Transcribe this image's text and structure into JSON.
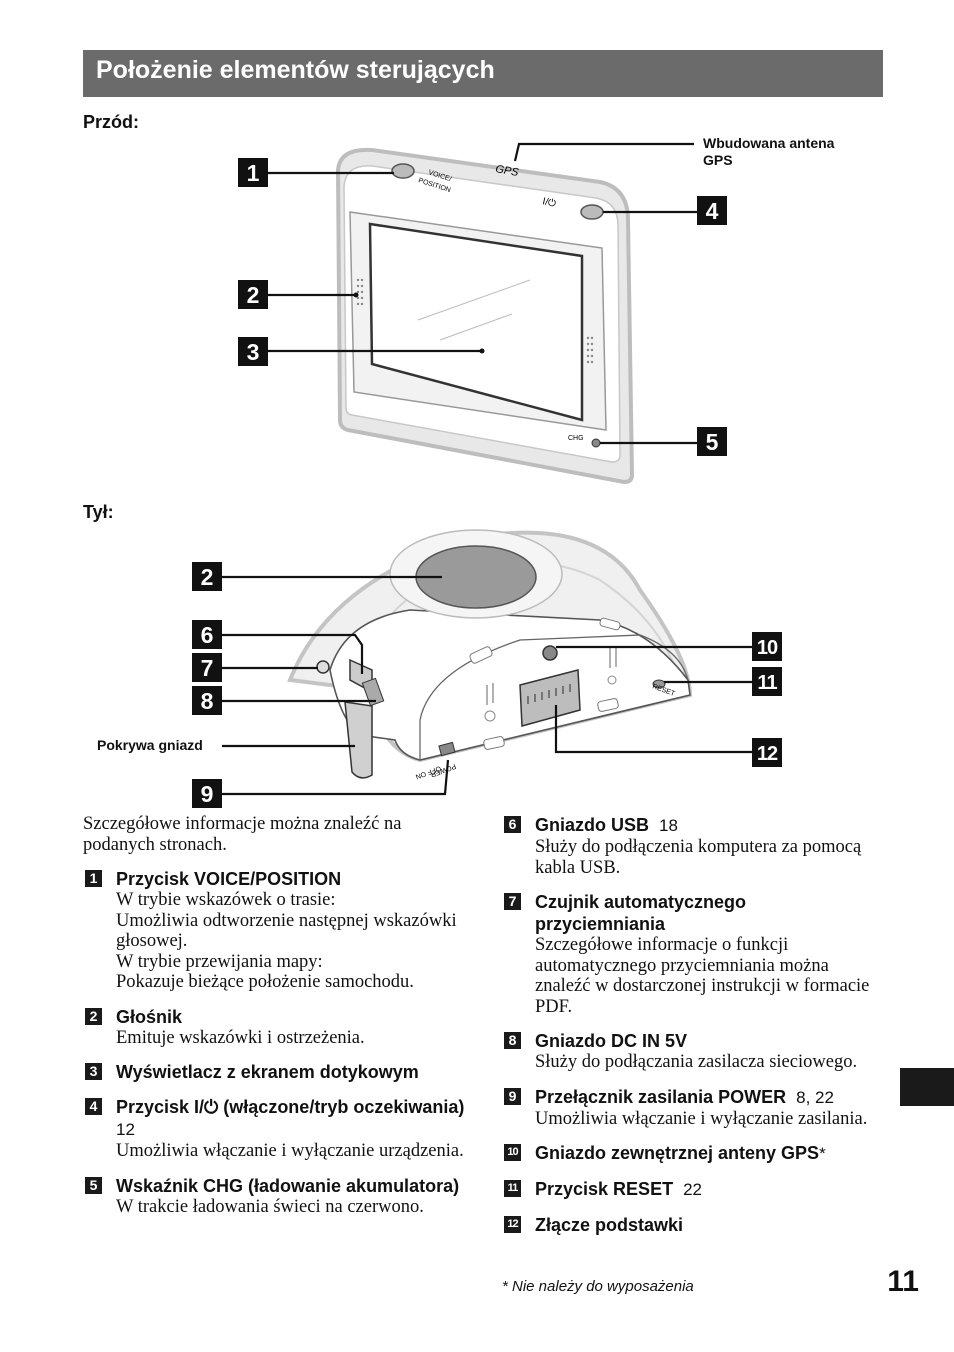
{
  "title": "Położenie elementów sterujących",
  "front": {
    "heading": "Przód:",
    "gps_label": "GPS",
    "voice_label_1": "VOICE/",
    "voice_label_2": "POSITION",
    "power_symbol": "I/⏻",
    "chg_label": "CHG",
    "antenna_callout_1": "Wbudowana antena",
    "antenna_callout_2": "GPS",
    "callouts": [
      "1",
      "2",
      "3",
      "4",
      "5"
    ]
  },
  "rear": {
    "heading": "Tył:",
    "cover_label": "Pokrywa gniazd",
    "reset_label": "RESET",
    "power_label": "POWER",
    "off_on_label": "OFF ON",
    "callouts": [
      "2",
      "6",
      "7",
      "8",
      "9",
      "10",
      "11",
      "12"
    ]
  },
  "intro": "Szczegółowe informacje można znaleźć na podanych stronach.",
  "left_items": [
    {
      "num": "1",
      "title": "Przycisk VOICE/POSITION",
      "ref": "",
      "desc": "W trybie wskazówek o trasie:\nUmożliwia odtworzenie następnej wskazówki głosowej.\nW trybie przewijania mapy:\nPokazuje bieżące położenie samochodu."
    },
    {
      "num": "2",
      "title": "Głośnik",
      "ref": "",
      "desc": "Emituje wskazówki i ostrzeżenia."
    },
    {
      "num": "3",
      "title": "Wyświetlacz z ekranem dotykowym",
      "ref": "",
      "desc": ""
    },
    {
      "num": "4",
      "title": "Przycisk I/⏻ (włączone/tryb oczekiwania)",
      "ref": "12",
      "desc": "Umożliwia włączanie i wyłączanie urządzenia."
    },
    {
      "num": "5",
      "title": "Wskaźnik CHG (ładowanie akumulatora)",
      "ref": "",
      "desc": "W trakcie ładowania świeci na czerwono."
    }
  ],
  "right_items": [
    {
      "num": "6",
      "title": "Gniazdo USB",
      "ref": "18",
      "desc": "Służy do podłączenia komputera za pomocą kabla USB."
    },
    {
      "num": "7",
      "title": "Czujnik automatycznego przyciemniania",
      "ref": "",
      "desc": "Szczegółowe informacje o funkcji automatycznego przyciemniania można znaleźć w dostarczonej instrukcji w formacie PDF."
    },
    {
      "num": "8",
      "title": "Gniazdo DC IN 5V",
      "ref": "",
      "desc": "Służy do podłączania zasilacza sieciowego."
    },
    {
      "num": "9",
      "title": "Przełącznik zasilania POWER",
      "ref": "8, 22",
      "desc": "Umożliwia włączanie i wyłączanie zasilania."
    },
    {
      "num": "10",
      "title": "Gniazdo zewnętrznej anteny GPS",
      "ref": "*",
      "desc": ""
    },
    {
      "num": "11",
      "title": "Przycisk RESET",
      "ref": "22",
      "desc": ""
    },
    {
      "num": "12",
      "title": "Złącze podstawki",
      "ref": "",
      "desc": ""
    }
  ],
  "footnote": "* Nie należy do wyposażenia",
  "page_number": "11"
}
